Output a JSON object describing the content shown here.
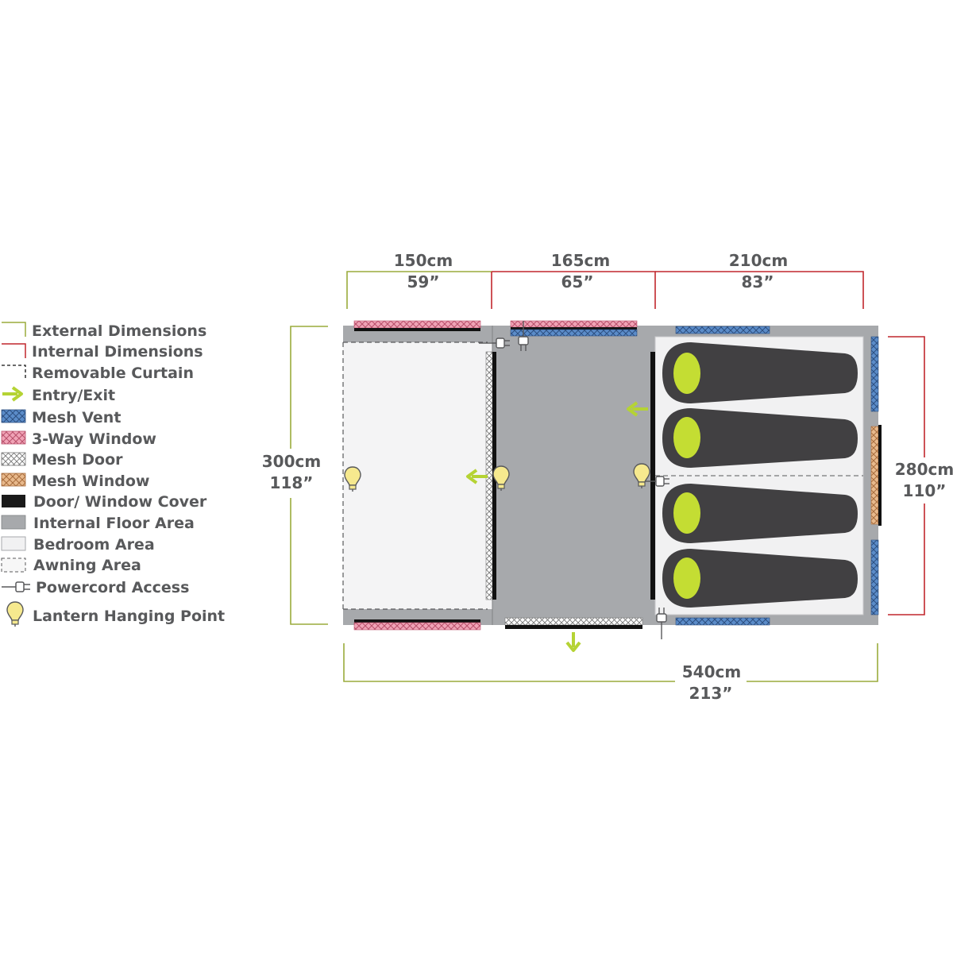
{
  "dimensions": {
    "top_left": {
      "cm": "150cm",
      "in": "59”"
    },
    "top_mid": {
      "cm": "165cm",
      "in": "65”"
    },
    "top_right": {
      "cm": "210cm",
      "in": "83”"
    },
    "left": {
      "cm": "300cm",
      "in": "118”"
    },
    "right": {
      "cm": "280cm",
      "in": "110”"
    },
    "bottom": {
      "cm": "540cm",
      "in": "213”"
    }
  },
  "legend": [
    {
      "key": "external",
      "label": "External Dimensions",
      "icon": "external-dimension-icon"
    },
    {
      "key": "internal",
      "label": "Internal Dimensions",
      "icon": "internal-dimension-icon"
    },
    {
      "key": "curtain",
      "label": "Removable Curtain",
      "icon": "dashed-curtain-icon"
    },
    {
      "key": "entry",
      "label": "Entry/Exit",
      "icon": "arrow-right-icon"
    },
    {
      "key": "vent",
      "label": "Mesh Vent",
      "icon": "mesh-vent-swatch"
    },
    {
      "key": "window3",
      "label": "3-Way Window",
      "icon": "three-way-window-swatch"
    },
    {
      "key": "meshdoor",
      "label": "Mesh Door",
      "icon": "mesh-door-swatch"
    },
    {
      "key": "meshwin",
      "label": "Mesh Window",
      "icon": "mesh-window-swatch"
    },
    {
      "key": "cover",
      "label": "Door/ Window Cover",
      "icon": "cover-swatch"
    },
    {
      "key": "floor",
      "label": "Internal Floor Area",
      "icon": "floor-swatch"
    },
    {
      "key": "bedroom",
      "label": "Bedroom Area",
      "icon": "bedroom-swatch"
    },
    {
      "key": "awning",
      "label": "Awning Area",
      "icon": "awning-swatch"
    },
    {
      "key": "power",
      "label": "Powercord Access",
      "icon": "plug-icon"
    },
    {
      "key": "lantern",
      "label": "Lantern Hanging Point",
      "icon": "lightbulb-icon"
    }
  ],
  "colors": {
    "external": "#9aab3c",
    "internal": "#c1272d",
    "text": "#58595b",
    "floor": "#a7a9ac",
    "bedroom": "#f1f1f2",
    "awning": "#f4f4f4",
    "sleeping_bag": "#414042",
    "head": "#c4dd33",
    "arrow": "#b5d334",
    "vent": "#4f7fbf",
    "window3": "#e48aa3",
    "meshwin": "#d9a06f",
    "cover": "#111111",
    "lantern": "#f5e88a"
  }
}
